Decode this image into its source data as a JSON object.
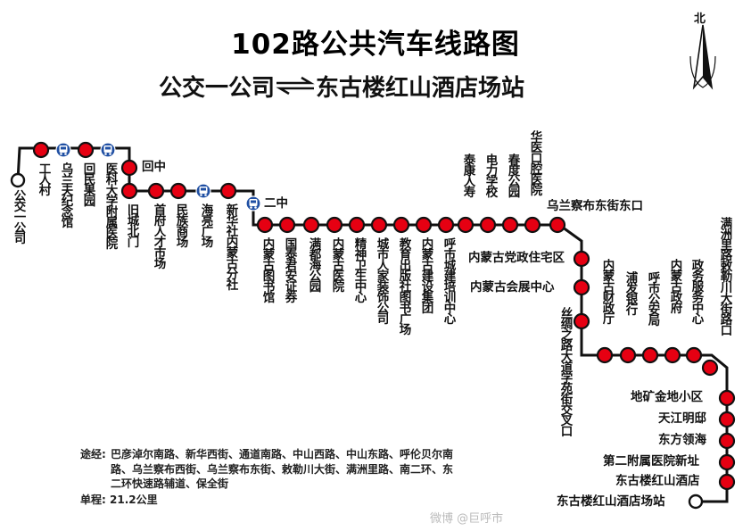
{
  "title": "102路公共汽车线路图",
  "subtitle": {
    "from": "公交一公司",
    "to": "东古楼红山酒店场站"
  },
  "compass_label": "北",
  "colors": {
    "route_line": "#111111",
    "stop_fill": "#e60012",
    "stop_stroke": "#111111",
    "terminal_fill": "#ffffff",
    "transfer_icon": "#1f4fa3"
  },
  "stops": [
    {
      "name": "公交一公司",
      "kind": "terminal"
    },
    {
      "name": "工人村",
      "kind": "stop"
    },
    {
      "name": "乌兰夫纪念馆",
      "kind": "bus-icon"
    },
    {
      "name": "回民果园",
      "kind": "stop"
    },
    {
      "name": "医科大学附属医院",
      "kind": "bus-icon"
    },
    {
      "name": "回中",
      "kind": "stop"
    },
    {
      "name": "旧城北门",
      "kind": "stop"
    },
    {
      "name": "首府人才市场",
      "kind": "stop"
    },
    {
      "name": "民族商场",
      "kind": "stop"
    },
    {
      "name": "海亮广场",
      "kind": "bus-icon"
    },
    {
      "name": "新华社内蒙古分社",
      "kind": "stop"
    },
    {
      "name": "二中",
      "kind": "bus-icon"
    },
    {
      "name": "内蒙古图书馆",
      "kind": "stop"
    },
    {
      "name": "国泰君安证券",
      "kind": "stop"
    },
    {
      "name": "满都海公园",
      "kind": "stop"
    },
    {
      "name": "内蒙古医院",
      "kind": "stop"
    },
    {
      "name": "精神卫生中心",
      "kind": "stop"
    },
    {
      "name": "城市人家装饰公司",
      "kind": "stop"
    },
    {
      "name": "教育出版社图书广场",
      "kind": "stop"
    },
    {
      "name": "内蒙古建设集团",
      "kind": "stop"
    },
    {
      "name": "呼市城建培训中心",
      "kind": "stop"
    },
    {
      "name": "泰康人寿",
      "kind": "stop"
    },
    {
      "name": "电力学校",
      "kind": "stop"
    },
    {
      "name": "春度公园",
      "kind": "stop"
    },
    {
      "name": "华医口腔医院",
      "kind": "stop"
    },
    {
      "name": "乌兰察布东街东口",
      "kind": "stop"
    },
    {
      "name": "内蒙古党政住宅区",
      "kind": "stop"
    },
    {
      "name": "内蒙古会展中心",
      "kind": "stop"
    },
    {
      "name": "丝绸之路大道学苑街交叉口",
      "kind": "stop"
    },
    {
      "name": "内蒙古财政厅",
      "kind": "stop"
    },
    {
      "name": "浦发银行",
      "kind": "stop"
    },
    {
      "name": "呼市公安局",
      "kind": "stop"
    },
    {
      "name": "内蒙古政府",
      "kind": "stop"
    },
    {
      "name": "政务服务中心",
      "kind": "stop"
    },
    {
      "name": "满洲里路敕勒川大街路口",
      "kind": "stop"
    },
    {
      "name": "地矿金地小区",
      "kind": "stop"
    },
    {
      "name": "天江明邸",
      "kind": "stop"
    },
    {
      "name": "东方领海",
      "kind": "stop"
    },
    {
      "name": "第二附属医院新址",
      "kind": "stop"
    },
    {
      "name": "东古楼红山酒店",
      "kind": "stop"
    },
    {
      "name": "东古楼红山酒店场站",
      "kind": "terminal"
    }
  ],
  "via": {
    "key": "途经:",
    "text": "巴彦淖尔南路、新华西街、通道南路、中山西路、中山东路、呼伦贝尔南路、乌兰察布西街、乌兰察布东街、敕勒川大街、满洲里路、南二环、东二环快速路辅道、保全街"
  },
  "fare": {
    "key": "单程:",
    "value": "21.2公里"
  },
  "watermark": "微博 @巨呼市"
}
